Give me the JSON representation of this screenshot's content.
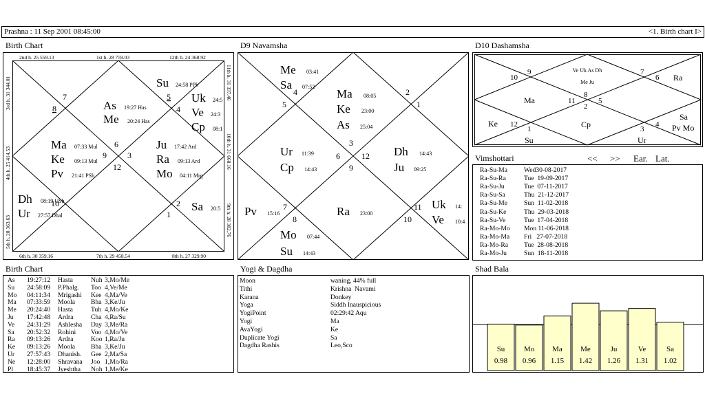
{
  "topbar": {
    "title": "Prashna :   11 Sep 2001  08:45:00",
    "chart_nav": "<1. Birth chart I>"
  },
  "birth_chart": {
    "title": "Birth Chart",
    "cusps": {
      "top": [
        "2nd h.  25  559.13",
        "1st h.  28  759.03",
        "12th h.  24  368.92"
      ],
      "bottom": [
        "6th h.  30  359.16",
        "7th h.  29  458.54",
        "8th h.  27  329.90"
      ],
      "left": [
        "3rd h.  31  344.01",
        "4th h.  25  414.53",
        "5th h.  28  363.63"
      ],
      "right": [
        "11th h.  31  337.46",
        "10th h.  31  668.16",
        "9th h.  28  382.76"
      ]
    },
    "signs": [
      "4",
      "5",
      "7",
      "8",
      "6",
      "9",
      "3",
      "12",
      "2",
      "1",
      "10"
    ],
    "planets": [
      {
        "p": "As",
        "d": "19:27 Has"
      },
      {
        "p": "Me",
        "d": "20:24 Has"
      },
      {
        "p": "Su",
        "d": "24:58 PPh"
      },
      {
        "p": "Uk",
        "d": "24:5"
      },
      {
        "p": "Ve",
        "d": "24:3"
      },
      {
        "p": "Cp",
        "d": "08:1"
      },
      {
        "p": "Ma",
        "d": "07:33 Mul"
      },
      {
        "p": "Ke",
        "d": "09:13 Mul"
      },
      {
        "p": "Pv",
        "d": "21:41 PSh"
      },
      {
        "p": "Ju",
        "d": "17:42 Ard"
      },
      {
        "p": "Ra",
        "d": "09:13 Ard"
      },
      {
        "p": "Mo",
        "d": "04:11 Mrg"
      },
      {
        "p": "Dh",
        "d": "08:19 USh"
      },
      {
        "p": "Ur",
        "d": "27:57 Dhal"
      },
      {
        "p": "Sa",
        "d": "20:5"
      }
    ]
  },
  "navamsha": {
    "title": "D9 Navamsha",
    "signs": [
      "4",
      "5",
      "2",
      "1",
      "3",
      "6",
      "12",
      "9",
      "7",
      "8",
      "11",
      "10"
    ],
    "planets": [
      {
        "p": "Me",
        "d": "03:41"
      },
      {
        "p": "Sa",
        "d": "07:52"
      },
      {
        "p": "Ma",
        "d": "08:05"
      },
      {
        "p": "Ke",
        "d": "23:00"
      },
      {
        "p": "As",
        "d": "25:04"
      },
      {
        "p": "Ur",
        "d": "11:39"
      },
      {
        "p": "Cp",
        "d": "14:43"
      },
      {
        "p": "Dh",
        "d": "14:43"
      },
      {
        "p": "Ju",
        "d": "09:25"
      },
      {
        "p": "Pv",
        "d": "15:16"
      },
      {
        "p": "Ra",
        "d": "23:00"
      },
      {
        "p": "Mo",
        "d": "07:44"
      },
      {
        "p": "Su",
        "d": "14:43"
      },
      {
        "p": "Uk",
        "d": "14:"
      },
      {
        "p": "Ve",
        "d": "10:4"
      }
    ]
  },
  "dashamsha": {
    "title": "D10 Dashamsha",
    "signs": [
      "9",
      "10",
      "7",
      "6",
      "8",
      "11",
      "5",
      "2",
      "12",
      "1",
      "3",
      "4"
    ],
    "planets": [
      "Ve Uk As Dh",
      "Me Ju",
      "Ra",
      "Ma",
      "Cp",
      "Ke",
      "Sa",
      "Pv Mo",
      "Su",
      "Ur"
    ]
  },
  "vimshottari": {
    "title": "Vimshottari",
    "prev": "<<",
    "next": ">>",
    "ear": "Ear.",
    "lat": "Lat.",
    "rows": [
      {
        "p": "Ra-Su-Ma",
        "d": "Wed30-08-2017"
      },
      {
        "p": "Ra-Su-Ra",
        "d": "Tue  19-09-2017"
      },
      {
        "p": "Ra-Su-Ju",
        "d": "Tue  07-11-2017"
      },
      {
        "p": "Ra-Su-Sa",
        "d": "Thu  21-12-2017"
      },
      {
        "p": "Ra-Su-Me",
        "d": "Sun  11-02-2018"
      },
      {
        "p": "Ra-Su-Ke",
        "d": "Thu  29-03-2018"
      },
      {
        "p": "Ra-Su-Ve",
        "d": "Tue  17-04-2018"
      },
      {
        "p": "Ra-Mo-Mo",
        "d": "Mon 11-06-2018"
      },
      {
        "p": "Ra-Mo-Ma",
        "d": "Fri   27-07-2018"
      },
      {
        "p": "Ra-Mo-Ra",
        "d": "Tue  28-08-2018"
      },
      {
        "p": "Ra-Mo-Ju",
        "d": "Sun  18-11-2018"
      }
    ]
  },
  "birth_table": {
    "title": "Birth Chart",
    "rows": [
      [
        "As",
        "19:27:12",
        "Hasta",
        "Nuh",
        "3,Mo/Me"
      ],
      [
        "Su",
        "24:58:09",
        "P.Phalg.",
        "Too",
        "4,Ve/Me"
      ],
      [
        "Mo",
        "04:11:34",
        "Mrigashi",
        "Kee",
        "4,Ma/Ve"
      ],
      [
        "Ma",
        "07:33:59",
        "Moola",
        "Bha",
        "3,Ke/Ju"
      ],
      [
        "Me",
        "20:24:40",
        "Hasta",
        "Tuh",
        "4,Mo/Ke"
      ],
      [
        "Ju",
        "17:42:48",
        "Ardra",
        "Cha",
        "4,Ra/Su"
      ],
      [
        "Ve",
        "24:31:29",
        "Ashlesha",
        "Day",
        "3,Me/Ra"
      ],
      [
        "Sa",
        "20:52:32",
        "Rohini",
        "Voo",
        "4,Mo/Ve"
      ],
      [
        "Ra",
        "09:13:26",
        "Ardra",
        "Koo",
        "1,Ra/Ju"
      ],
      [
        "Ke",
        "09:13:26",
        "Moola",
        "Bha",
        "3,Ke/Ju"
      ],
      [
        "Ur",
        "27:57:43",
        "Dhanish.",
        "Gee",
        "2,Ma/Sa"
      ],
      [
        "Ne",
        "12:28:00",
        "Shravana",
        "Joo",
        "1,Mo/Ra"
      ],
      [
        "Pl",
        "18:45:37",
        "Jyeshtha",
        "Noh",
        "1,Me/Ke"
      ]
    ]
  },
  "yogi": {
    "title": "Yogi & Dagdha",
    "rows": [
      [
        "Moon",
        "waning, 44% full"
      ],
      [
        "Tithi",
        "Krishna  Navami"
      ],
      [
        "Karana",
        "Donkey"
      ],
      [
        "Yoga",
        "Siddh Inauspicious"
      ],
      [
        "YogiPoint",
        "02:29:42 Aqu"
      ],
      [
        "Yogi",
        "Ma"
      ],
      [
        "AvaYogi",
        "Ke"
      ],
      [
        "Duplicate Yogi",
        "Sa"
      ],
      [
        "Dagdha Rashis",
        "Leo,Sco"
      ]
    ]
  },
  "shad_bala": {
    "title": "Shad Bala",
    "fill_color": "#ffffcc",
    "bars": [
      {
        "name": "Su",
        "value": "0.98"
      },
      {
        "name": "Mo",
        "value": "0.96"
      },
      {
        "name": "Ma",
        "value": "1.15"
      },
      {
        "name": "Me",
        "value": "1.42"
      },
      {
        "name": "Ju",
        "value": "1.26"
      },
      {
        "name": "Ve",
        "value": "1.31"
      },
      {
        "name": "Sa",
        "value": "1.02"
      }
    ]
  }
}
